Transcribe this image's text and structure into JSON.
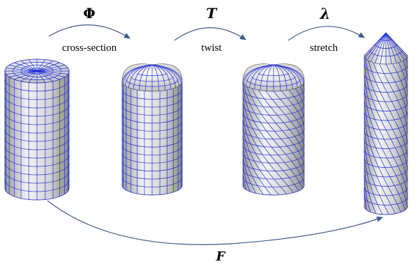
{
  "transforms": [
    {
      "symbol": "Φ",
      "label": "cross-section"
    },
    {
      "symbol": "T",
      "label": "twist"
    },
    {
      "symbol": "λ",
      "label": "stretch"
    }
  ],
  "composite": {
    "symbol": "F"
  },
  "colors": {
    "arrow": "#3b5b8c",
    "mesh": "#1f2fd6",
    "shade_dark": "#8e8e8e",
    "shade_light": "#f2f2f2"
  }
}
